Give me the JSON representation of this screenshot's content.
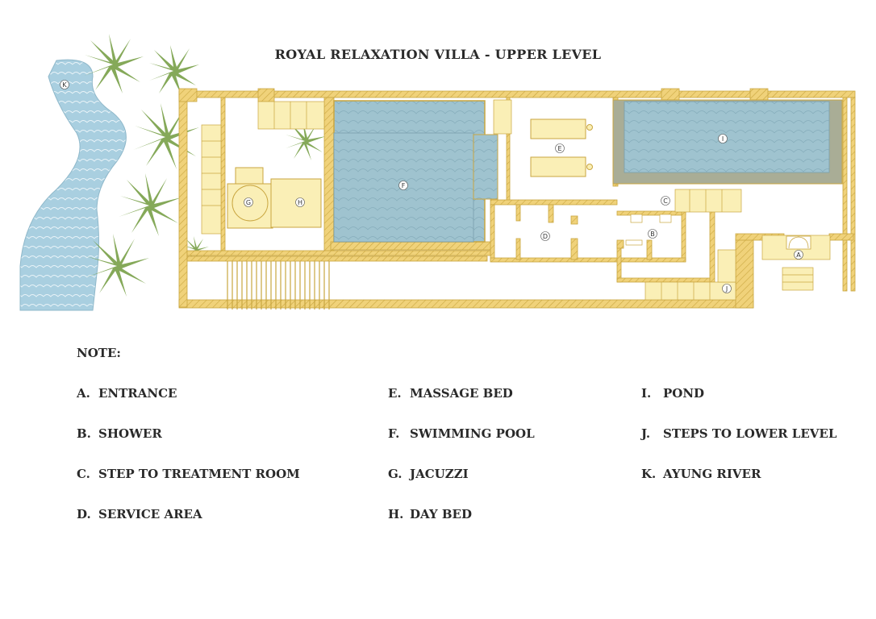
{
  "title": "ROYAL RELAXATION VILLA - UPPER LEVEL",
  "note_heading": "NOTE:",
  "colors": {
    "wall": "#f0d27a",
    "wall_stroke": "#c9a640",
    "pool": "#9fc3cf",
    "pool_dark": "#8ab2c0",
    "river": "#a9cfe0",
    "bed": "#faefb6",
    "palm": "#6f9a3c"
  },
  "markers": [
    "A",
    "B",
    "C",
    "D",
    "E",
    "F",
    "G",
    "H",
    "I",
    "J",
    "K"
  ],
  "legend": [
    {
      "key": "A.",
      "label": "ENTRANCE"
    },
    {
      "key": "B.",
      "label": "SHOWER"
    },
    {
      "key": "C.",
      "label": "STEP TO TREATMENT ROOM"
    },
    {
      "key": "D.",
      "label": "SERVICE AREA"
    },
    {
      "key": "E.",
      "label": "MASSAGE BED"
    },
    {
      "key": "F.",
      "label": "SWIMMING POOL"
    },
    {
      "key": "G.",
      "label": "JACUZZI"
    },
    {
      "key": "H.",
      "label": "DAY BED"
    },
    {
      "key": "I.",
      "label": "POND"
    },
    {
      "key": "J.",
      "label": "STEPS TO LOWER LEVEL"
    },
    {
      "key": "K.",
      "label": "AYUNG RIVER"
    }
  ]
}
